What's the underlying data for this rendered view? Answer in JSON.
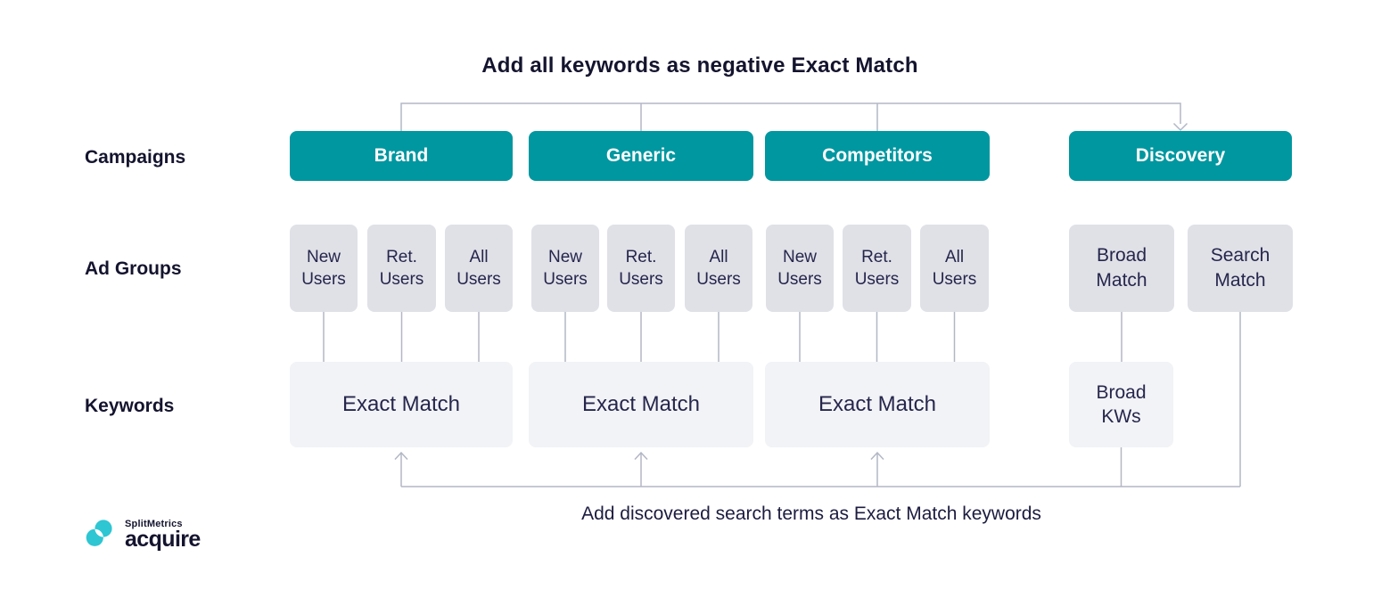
{
  "title": "Add all keywords as negative Exact Match",
  "row_labels": [
    "Campaigns",
    "Ad Groups",
    "Keywords"
  ],
  "campaigns": [
    {
      "label": "Brand",
      "ad_groups": [
        "New Users",
        "Ret. Users",
        "All Users"
      ],
      "keyword": "Exact Match"
    },
    {
      "label": "Generic",
      "ad_groups": [
        "New Users",
        "Ret. Users",
        "All Users"
      ],
      "keyword": "Exact Match"
    },
    {
      "label": "Competitors",
      "ad_groups": [
        "New Users",
        "Ret. Users",
        "All Users"
      ],
      "keyword": "Exact Match"
    },
    {
      "label": "Discovery",
      "ad_groups": [
        "Broad Match",
        "Search Match"
      ],
      "keyword": "Broad KWs"
    }
  ],
  "annotations": {
    "bottom": "Add discovered search terms as Exact Match keywords"
  },
  "logo": {
    "brand": "SplitMetrics",
    "product": "acquire"
  },
  "colors": {
    "campaign_fill": "#0097a0",
    "ad_group_fill": "#e0e1e7",
    "keyword_fill": "#f2f3f6",
    "connector": "#b2b7c5",
    "text_dark": "#14142f",
    "logo_cyan": "#2ec6d3"
  }
}
